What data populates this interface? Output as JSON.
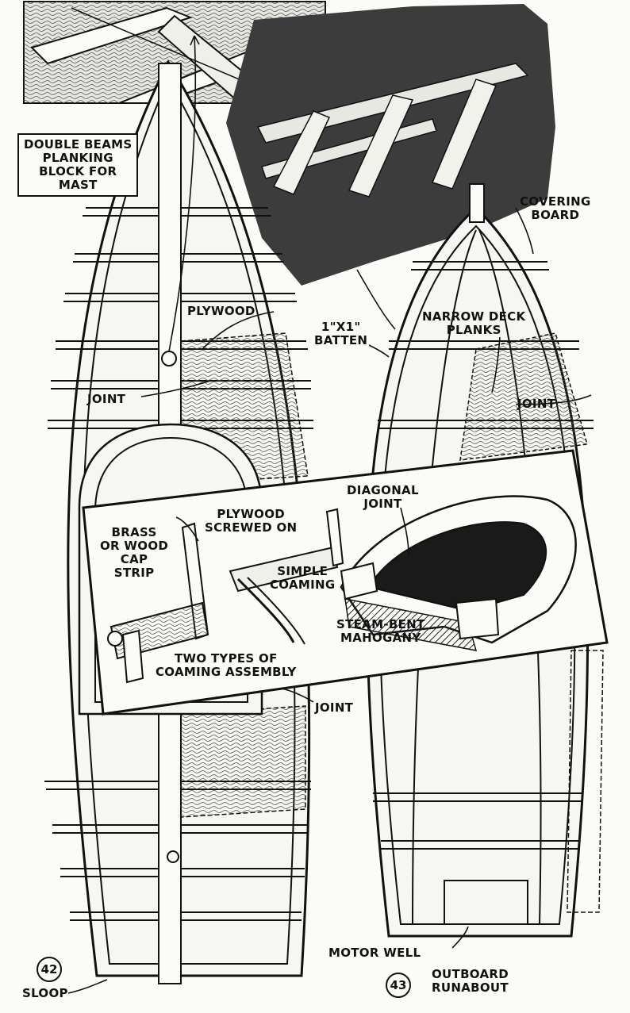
{
  "labels": {
    "double_beams": "DOUBLE BEAMS\nPLANKING\nBLOCK FOR\nMAST",
    "covering_board": "COVERING\nBOARD",
    "plywood": "PLYWOOD",
    "batten": "1\"X1\"\nBATTEN",
    "narrow_deck_planks": "NARROW DECK\nPLANKS",
    "joint_left": "JOINT",
    "joint_right": "JOINT",
    "joint_lower": "JOINT",
    "diagonal_joint": "DIAGONAL\nJOINT",
    "plywood_screwed_on": "PLYWOOD\nSCREWED ON",
    "brass_cap_strip": "BRASS\nOR WOOD\nCAP\nSTRIP",
    "simple_coaming": "SIMPLE\nCOAMING",
    "steam_bent_mahogany": "STEAM-BENT\nMAHOGANY",
    "two_types": "TWO TYPES OF\nCOAMING ASSEMBLY",
    "motor_well": "MOTOR WELL",
    "sloop": "SLOOP",
    "outboard_runabout": "OUTBOARD\nRUNABOUT"
  },
  "figure_numbers": {
    "fig42": "42",
    "fig43": "43"
  }
}
